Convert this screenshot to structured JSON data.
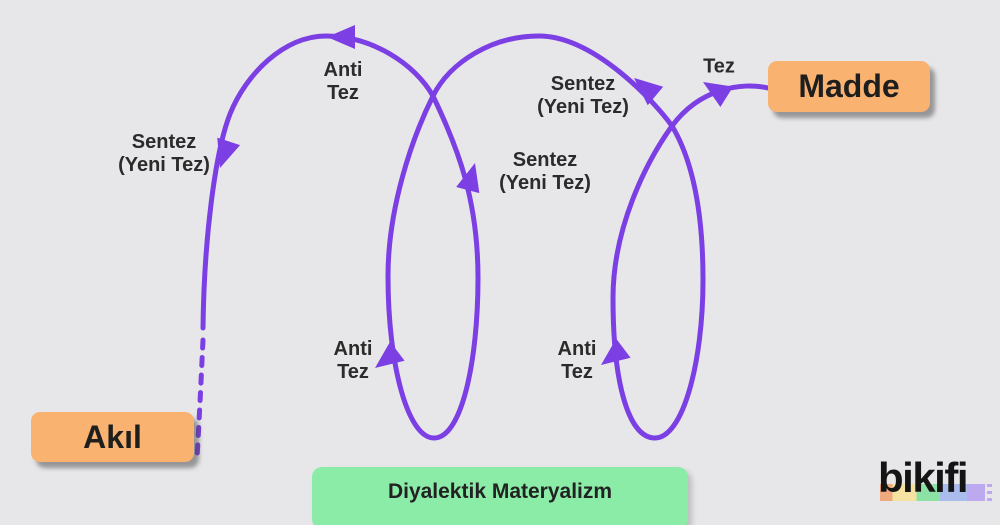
{
  "colors": {
    "background": "#E7E7EA",
    "curve": "#7B3FE4",
    "box_orange": "#F9B26F",
    "box_green": "#8BECA7",
    "text_dark": "#2B2B2B"
  },
  "diagram": {
    "labels": {
      "tez": "Tez",
      "anti_top": {
        "line1": "Anti",
        "line2": "Tez"
      },
      "anti_mid": {
        "line1": "Anti",
        "line2": "Tez"
      },
      "anti_right": {
        "line1": "Anti",
        "line2": "Tez"
      },
      "sentez_left": {
        "line1": "Sentez",
        "line2": "(Yeni Tez)"
      },
      "sentez_mid": {
        "line1": "Sentez",
        "line2": "(Yeni Tez)"
      },
      "sentez_right": {
        "line1": "Sentez",
        "line2": "(Yeni Tez)"
      }
    },
    "nodes": {
      "madde": "Madde",
      "akil": "Akıl"
    },
    "caption": "Diyalektik Materyalizm"
  },
  "branding": {
    "logo_text": "bikifi"
  }
}
